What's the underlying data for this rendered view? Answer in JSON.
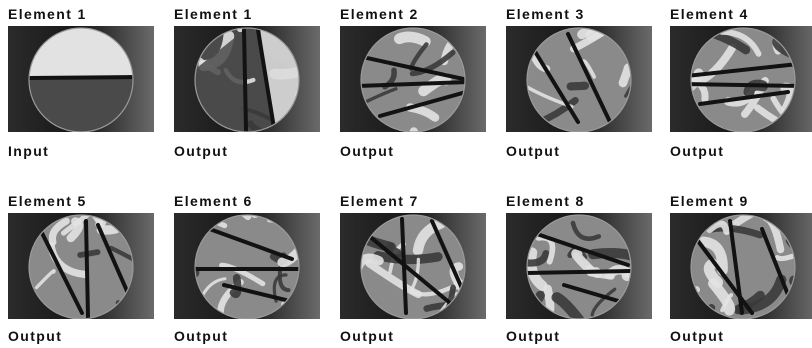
{
  "panels": [
    {
      "title": "Element 1",
      "caption": "Input"
    },
    {
      "title": "Element 1",
      "caption": "Output"
    },
    {
      "title": "Element 2",
      "caption": "Output"
    },
    {
      "title": "Element 3",
      "caption": "Output"
    },
    {
      "title": "Element 4",
      "caption": "Output"
    },
    {
      "title": "Element 5",
      "caption": "Output"
    },
    {
      "title": "Element 6",
      "caption": "Output"
    },
    {
      "title": "Element 7",
      "caption": "Output"
    },
    {
      "title": "Element 8",
      "caption": "Output"
    },
    {
      "title": "Element 9",
      "caption": "Output"
    }
  ],
  "palette": {
    "background": "#1e1e1e",
    "light": "#e2e2e2",
    "dark": "#4a4a4a",
    "blade": "#121212"
  }
}
